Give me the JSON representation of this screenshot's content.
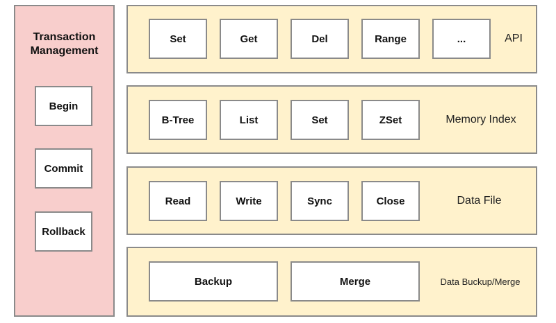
{
  "transaction": {
    "title_line1": "Transaction",
    "title_line2": "Management",
    "items": [
      "Begin",
      "Commit",
      "Rollback"
    ]
  },
  "layers": [
    {
      "label": "API",
      "items": [
        "Set",
        "Get",
        "Del",
        "Range",
        "..."
      ]
    },
    {
      "label": "Memory Index",
      "items": [
        "B-Tree",
        "List",
        "Set",
        "ZSet"
      ]
    },
    {
      "label": "Data File",
      "items": [
        "Read",
        "Write",
        "Sync",
        "Close"
      ]
    },
    {
      "label": "Data Buckup/Merge",
      "items": [
        "Backup",
        "Merge"
      ]
    }
  ],
  "colors": {
    "transaction_fill": "#f8cecc",
    "layer_fill": "#fff2cc",
    "item_fill": "#ffffff",
    "border": "#8a8a8a"
  }
}
